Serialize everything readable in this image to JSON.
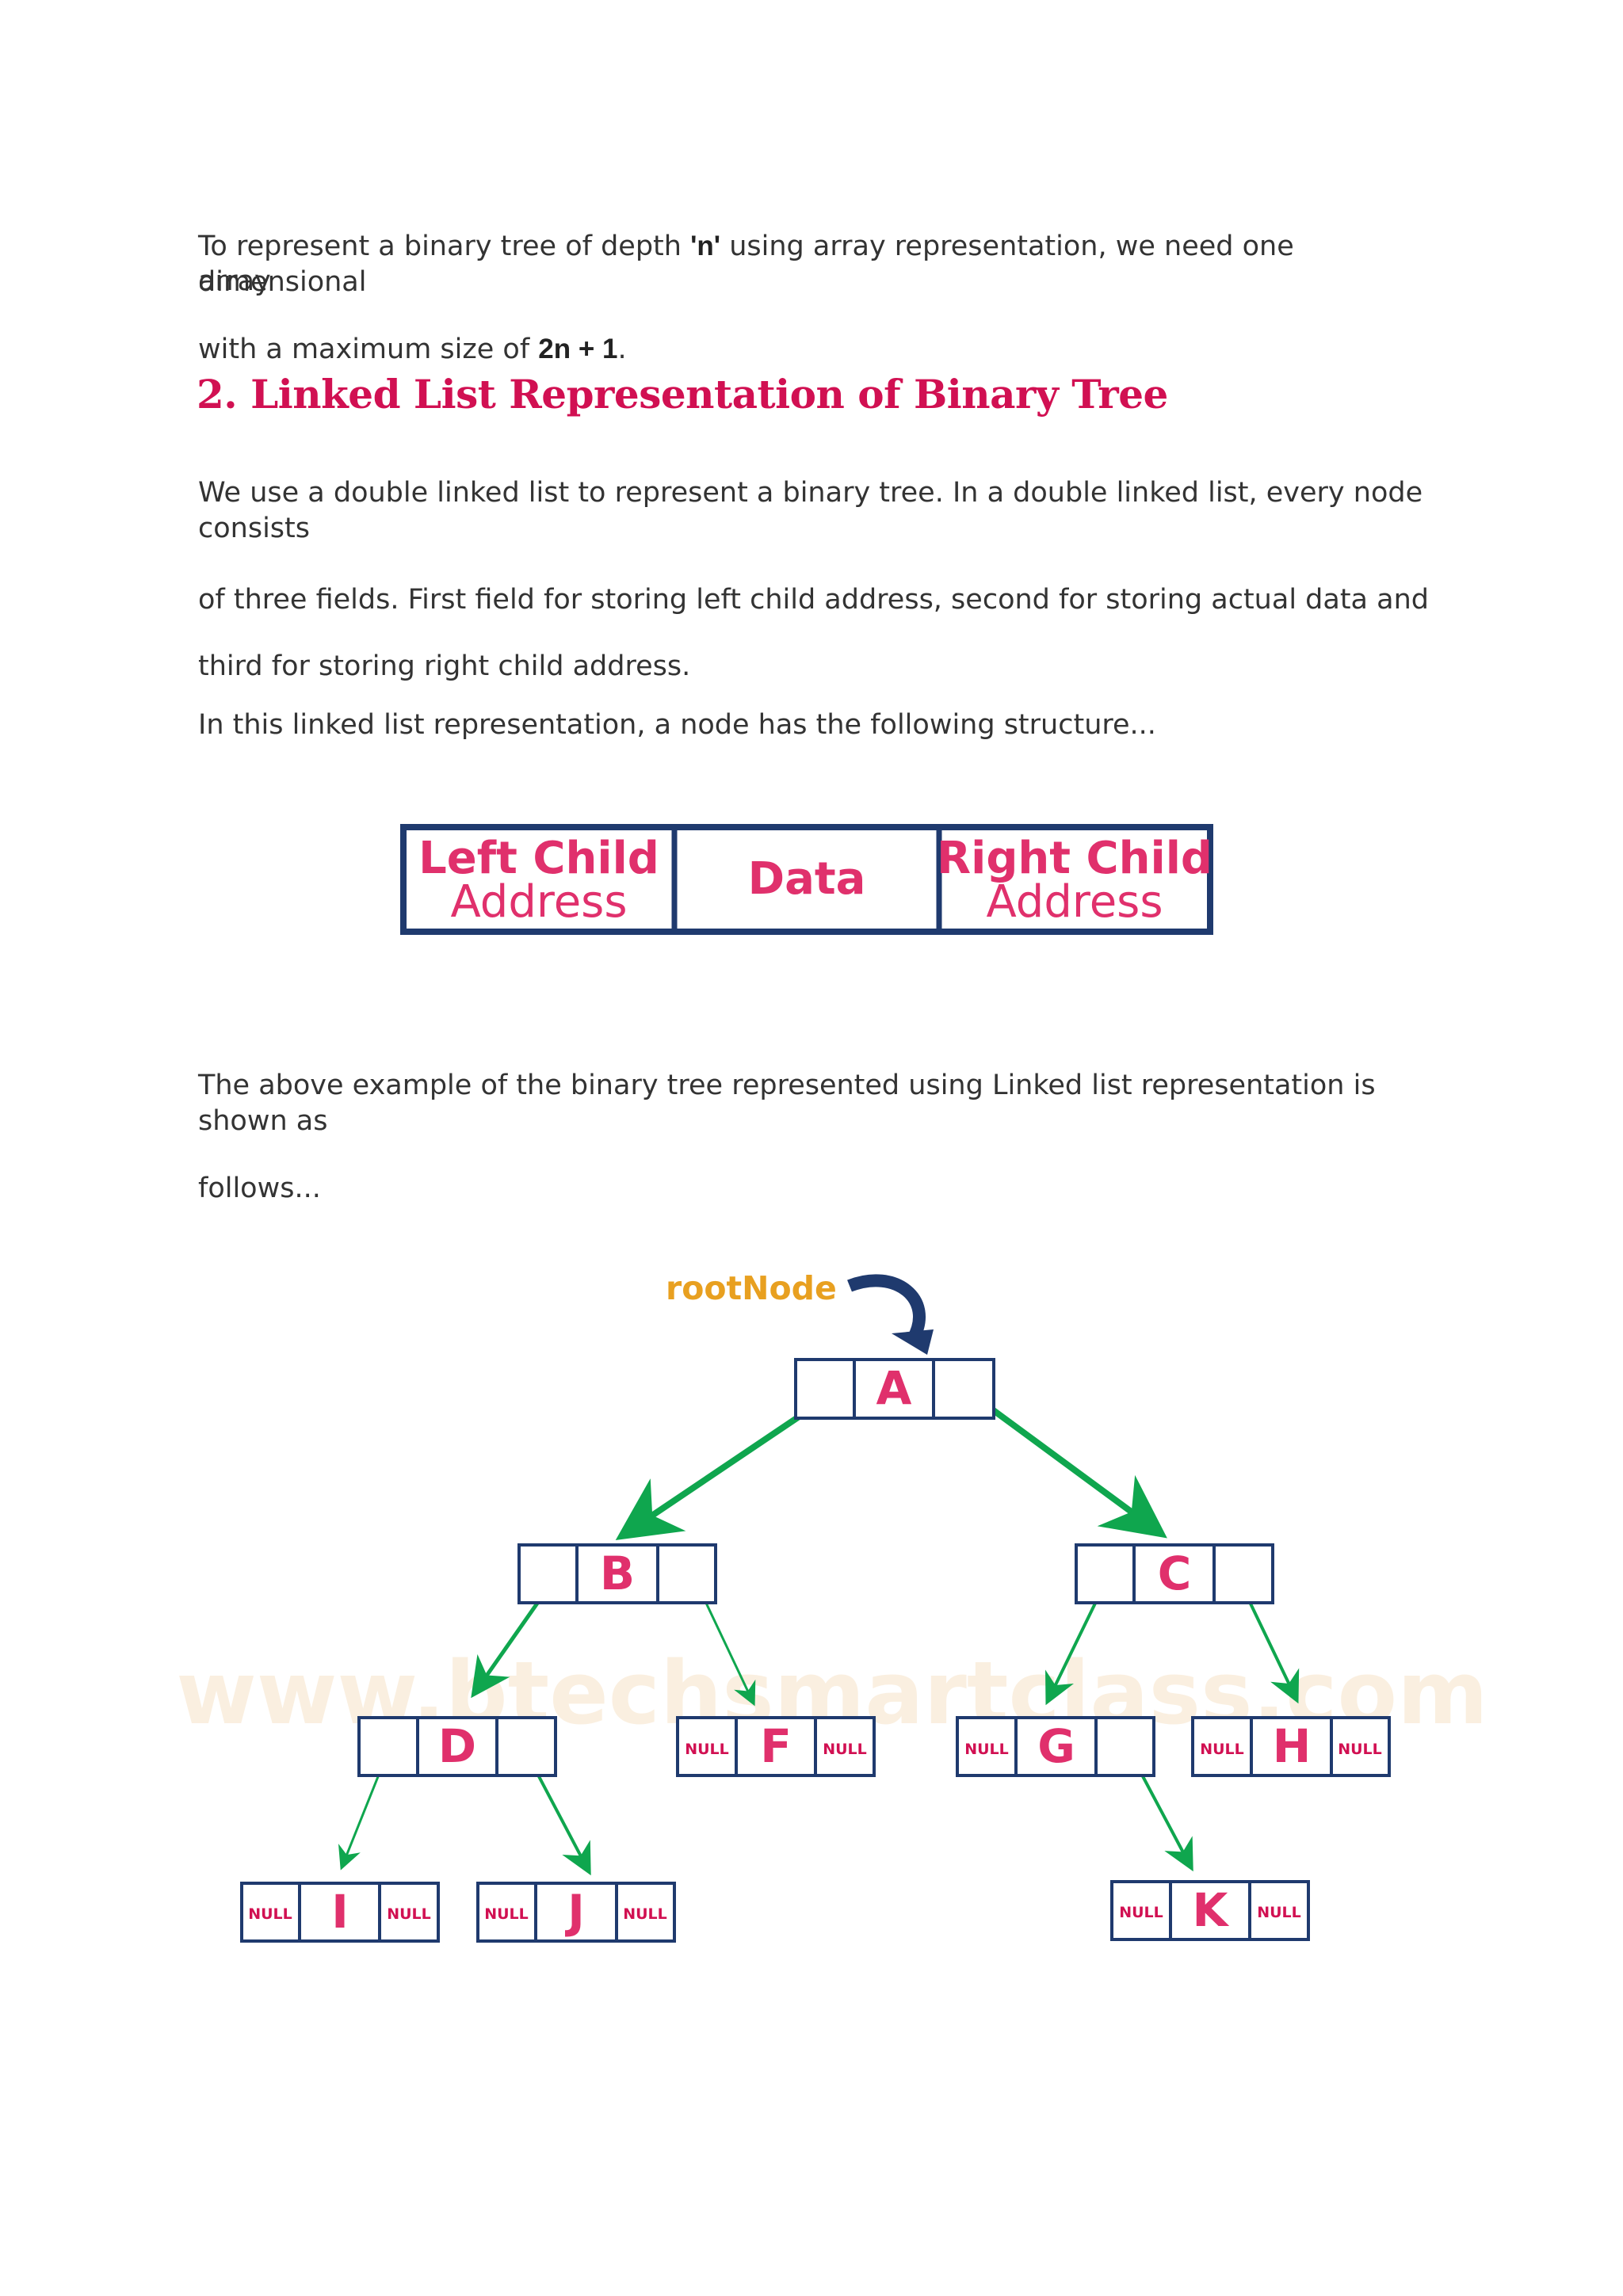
{
  "intro": {
    "line1_prefix": "To represent a binary tree of depth ",
    "line1_bold": "'n'",
    "line1_suffix": " using array representation, we need one dimensional",
    "line2": "array",
    "line3_prefix": "with a maximum size of ",
    "line3_bold": "2n + 1",
    "line3_suffix": "."
  },
  "section": {
    "heading": "2. Linked List Representation of Binary Tree",
    "p1_line1": "We use a double linked list to represent a binary tree. In a double linked list, every node",
    "p1_line2": "consists",
    "p1_line3": "of three fields. First field for storing left child address, second for storing actual data and",
    "p1_line4": "third for  storing right child address.",
    "p2": "In this linked list representation, a node has the following structure...",
    "p3_line1": "The above example of the binary tree represented using Linked list representation is",
    "p3_line2": "shown as",
    "p3_line3": "follows..."
  },
  "node_structure": {
    "left_line1": "Left Child",
    "left_line2": "Address",
    "data": "Data",
    "right_line1": "Right Child",
    "right_line2": "Address"
  },
  "tree": {
    "root_label": "rootNode",
    "watermark": "www.btechsmartclass.com",
    "null_text": "NULL",
    "nodes": {
      "A": "A",
      "B": "B",
      "C": "C",
      "D": "D",
      "F": "F",
      "G": "G",
      "H": "H",
      "I": "I",
      "J": "J",
      "K": "K"
    }
  },
  "colors": {
    "heading": "#d11052",
    "node_text": "#e0306c",
    "box_border": "#1f3a6e",
    "arrow": "#0fa64e",
    "root_label": "#e8a020",
    "root_arrow": "#1f3a6e"
  }
}
